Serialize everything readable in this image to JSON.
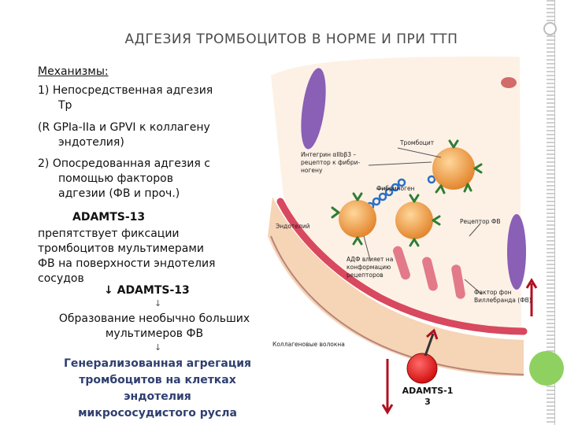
{
  "title": "АДГЕЗИЯ ТРОМБОЦИТОВ В НОРМЕ И ПРИ ТТП",
  "left": {
    "heading": "Механизмы:",
    "item1_line1": "1)  Непосредственная адгезия",
    "item1_line2": "Тр",
    "item1_line3": " (R GPIa-IIa  и GPVI к коллагену",
    "item1_line4": "эндотелия)",
    "item2_line1": "2) Опосредованная адгезия с",
    "item2_line2": "помощью факторов",
    "item2_line3": "адгезии (ФВ и проч.)",
    "adamts_label": "ADAMTS-13",
    "para_line1": "препятствует фиксации",
    "para_line2": "тромбоцитов мультимерами",
    "para_line3": "ФВ на поверхности эндотелия",
    "para_line4": "сосудов",
    "down_adamts": "↓ ADAMTS-13",
    "small_arrow_1": "↓",
    "formation_line1": "Образование необычно больших",
    "formation_line2": "мультимеров ФВ",
    "small_arrow_2": "↓",
    "result_line1": "Генерализованная агрегация",
    "result_line2": "тромбоцитов на клетках",
    "result_line3": "эндотелия",
    "result_line4": "микрососудистого русла"
  },
  "diagram": {
    "label_integrin_1": "Интегрин αIIbβ3 –",
    "label_integrin_2": "рецептор к фибри-",
    "label_integrin_3": "ногену",
    "label_platelet": "Тромбоцит",
    "label_fibrinogen": "Фибриноген",
    "label_endothelium": "Эндотелий",
    "label_receptor_vw": "Рецептор ФВ",
    "label_adp_1": "АДФ влияет на",
    "label_adp_2": "конформацию",
    "label_adp_3": "рецепторов",
    "label_vwf_1": "Фактор фон",
    "label_vwf_2": "Виллебранда (ФВ)",
    "label_collagen": "Коллагеновые волокна"
  },
  "adamts_icon": {
    "label": "ADAMTS-13",
    "ball_color": "#e11a1a",
    "arrow_color": "#b01020"
  },
  "colors": {
    "platelet": "#f0a24a",
    "vessel": "#f7dcc4",
    "receptor_green": "#2f7d33",
    "vwf_blue": "#2b6fc4",
    "endothelium": "#d8485e"
  }
}
